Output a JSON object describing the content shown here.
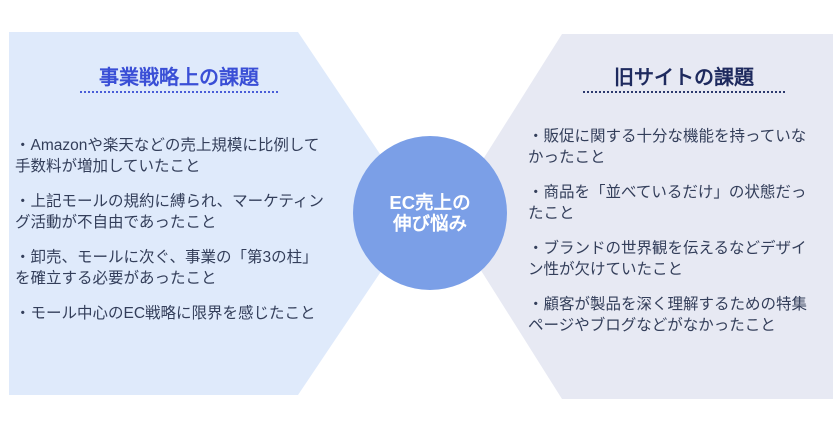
{
  "colors": {
    "page_bg": "#ffffff",
    "left_panel_bg": "#dfeafb",
    "right_panel_bg": "#e7e9f3",
    "circle_bg": "#7b9fe7",
    "left_title_text": "#3a4fd6",
    "right_title_text": "#1e2a5e",
    "body_text": "#333e5a",
    "circle_text": "#ffffff"
  },
  "left_panel": {
    "title": "事業戦略上の課題",
    "items": [
      "・Amazonや楽天などの売上規模に比例して\n手数料が増加していたこと",
      "・上記モールの規約に縛られ、マーケティン\nグ活動が不自由であったこと",
      "・卸売、モールに次ぐ、事業の「第3の柱」\nを確立する必要があったこと",
      "・モール中心のEC戦略に限界を感じたこと"
    ]
  },
  "right_panel": {
    "title": "旧サイトの課題",
    "items": [
      "・販促に関する十分な機能を持っていな\nかったこと",
      "・商品を「並べているだけ」の状態だっ\nたこと",
      "・ブランドの世界観を伝えるなどデザイ\nン性が欠けていたこと",
      "・顧客が製品を深く理解するための特集\nページやブログなどがなかったこと"
    ]
  },
  "center": {
    "label": "EC売上の\n伸び悩み"
  }
}
